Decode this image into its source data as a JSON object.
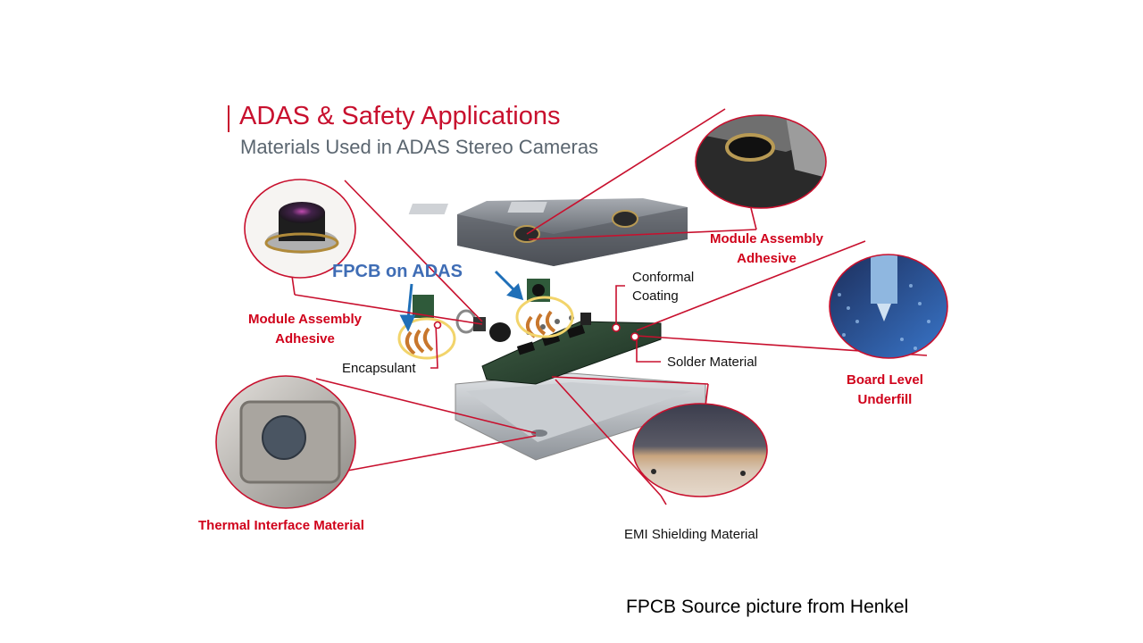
{
  "title": "ADAS & Safety Applications",
  "subtitle": "Materials Used in ADAS Stereo Cameras",
  "callouts": {
    "fpcb_on_adas": "FPCB on ADAS",
    "module_adhesive_left": "Module Assembly\nAdhesive",
    "module_adhesive_right": "Module Assembly\nAdhesive",
    "conformal_coating": "Conformal\nCoating",
    "solder_material": "Solder Material",
    "board_underfill": "Board Level\nUnderfill",
    "encapsulant": "Encapsulant",
    "thermal_interface": "Thermal Interface Material",
    "emi_shielding": "EMI Shielding Material"
  },
  "source_note": "FPCB Source picture from Henkel",
  "colors": {
    "accent_red": "#c8102e",
    "label_red": "#d0021b",
    "fpcb_blue": "#3f6db5",
    "subtitle_gray": "#5b6670",
    "highlight_yellow": "#f2d46b"
  }
}
